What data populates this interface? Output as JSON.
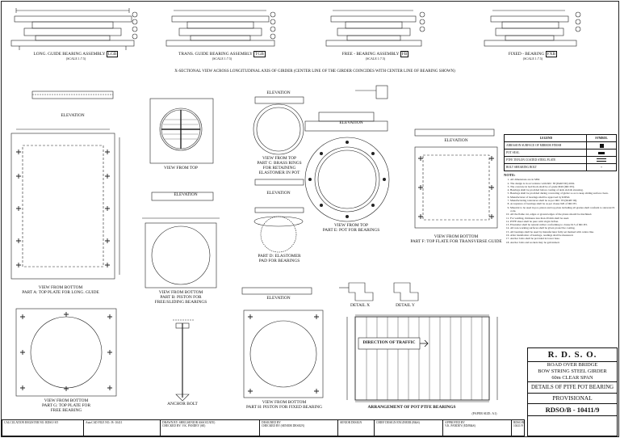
{
  "top_views": [
    {
      "title": "LONG. GUIDE BEARING ASSEMBLY",
      "tag": "LGB",
      "scale": "(SCALE 1:7.5)"
    },
    {
      "title": "TRANS. GUIDE BEARING ASSEMBLY",
      "tag": "TGB",
      "scale": "(SCALE 1:7.5)"
    },
    {
      "title": "FREE - BEARING ASSEMBLY",
      "tag": "FB",
      "scale": "(SCALE 1:7.5)"
    },
    {
      "title": "FIXED - BEARING",
      "tag": "FXB",
      "scale": "(SCALE 1:7.5)"
    }
  ],
  "section_heading": "X-SECTIONAL VIEW ACROSS LONGITUDINAL AXIS OF GIRDER (CENTER LINE OF THE GIRDER COINCIDES WITH CENTER LINE OF BEARING SHOWN)",
  "views": {
    "elev_a": "ELEVATION",
    "part_a": "VIEW FROM BOTTOM\nPART A: TOP PLATE FOR LONG. GUIDE",
    "view_top": "VIEW FROM TOP",
    "elev_b": "ELEVATION",
    "part_b": "VIEW FROM BOTTOM\nPART B: PISTON FOR\nFREE/SLIDING BEARINGS",
    "elev_c": "ELEVATION",
    "part_c": "VIEW FROM TOP\nPART C: BRASS RINGS\nFOR RETAINING\nELASTOMER IN POT",
    "elev_d": "ELEVATION",
    "part_d": "PART D: ELASTOMER\nPAD FOR BEARINGS",
    "elev_e": "ELEVATION",
    "part_e": "VIEW FROM TOP\nPART E: POT FOR BEARINGS",
    "elev_f": "ELEVATION",
    "part_f": "VIEW FROM BOTTOM\nPART F: TOP FLATE FOR TRANSVERSE GUIDE",
    "part_g": "VIEW FROM BOTTOM\nPART G: TOP PLATE FOR\nFREE BEARING",
    "anchor": "ANCHOR BOLT",
    "elev_h": "ELEVATION",
    "part_h": "VIEW FROM BOTTOM\nPART H: PISTON FOR FIXED BEARING",
    "detail_x": "DETAIL X",
    "detail_y": "DETAIL Y",
    "arrangement": "ARRANGEMENT OF POT PTFE BEARINGS",
    "direction": "DIRECTION OF TRAFFIC",
    "scale": "(SCALE 1:7.5)",
    "paper": "(PAPER SIZE: A1)"
  },
  "legend": {
    "header_a": "LEGEND",
    "header_b": "SYMBOL",
    "rows": [
      "ABRASION SURFACE OF MIRROR FINISH",
      "POT SEAL",
      "PTFE TEFLON COATED STEEL PLATE",
      "BOLT SHEARING BOLT"
    ]
  },
  "notes_title": "NOTE:",
  "notes": [
    "All dimensions are in MM.",
    "The design is in accordance with IRC: 83 (PART III) 2002.",
    "The concrete in bed block shall be of grade M40 (IRC:83).",
    "Bearings shall be provided before casting of deck slab & stressing.",
    "Bearings shall be provided during concreting of girder so as to keep sliding surface clean.",
    "Manufacturer of bearings shall be approved by RDSO.",
    "Manufacturing tolerances shall be as per IRC: 83 (PART III).",
    "Acceptance of bearings shall be as per clause 926 of IRC:83.",
    "Material to be used in pot, piston and top plate including all grades shall conform to relevant IS code.",
    "All the flame cut, edges or ground edges of the plates should be machined.",
    "For welding, thickness less than 20 mm shall be used.",
    "PTFE sheet shall be pure with virgin Teflon.",
    "Elastomer shall be natural rubber conforming to clause 915 of IRC:83.",
    "All non-working surfaces shall be given protective coating.",
    "All bearings shall be used by manufacturer fully set marked with centre line.",
    "After installation of bearings, readings shall be measured.",
    "Anchor bolts shall be provided in lower base.",
    "Anchor bolts and sockets may be galvanized."
  ],
  "title_block": {
    "org": "R.  D.  S.  O.",
    "line1": "ROAD OVER BRIDGE",
    "line2": "BOW STRING  STEEL GIRDER",
    "line3": "60m CLEAR SPAN",
    "line4": "DETAILS OF PTFE POT BEARING",
    "status": "PROVISIONAL",
    "number": "RDSO/B - 10411/9"
  },
  "strip": [
    "CALCULATION REGISTER NO. RDSO/ 8/5",
    "AutoCAD FILE NO.: B- 10411",
    "DRAWN BY: SHRI (SENIOR ASSOCIATE)\nCHECKED BY: V.K. PANDEY (SE)",
    "DESIGNED BY\nCHECKED BY (SENIOR DESIGN)",
    "SENIOR DESIGN",
    "CHIEF DESIGN ENGINEER (B&S)",
    "APPROVED BY\nV.K. PANDEY (ED/B&S)",
    "RDSO/B-10411/9"
  ]
}
